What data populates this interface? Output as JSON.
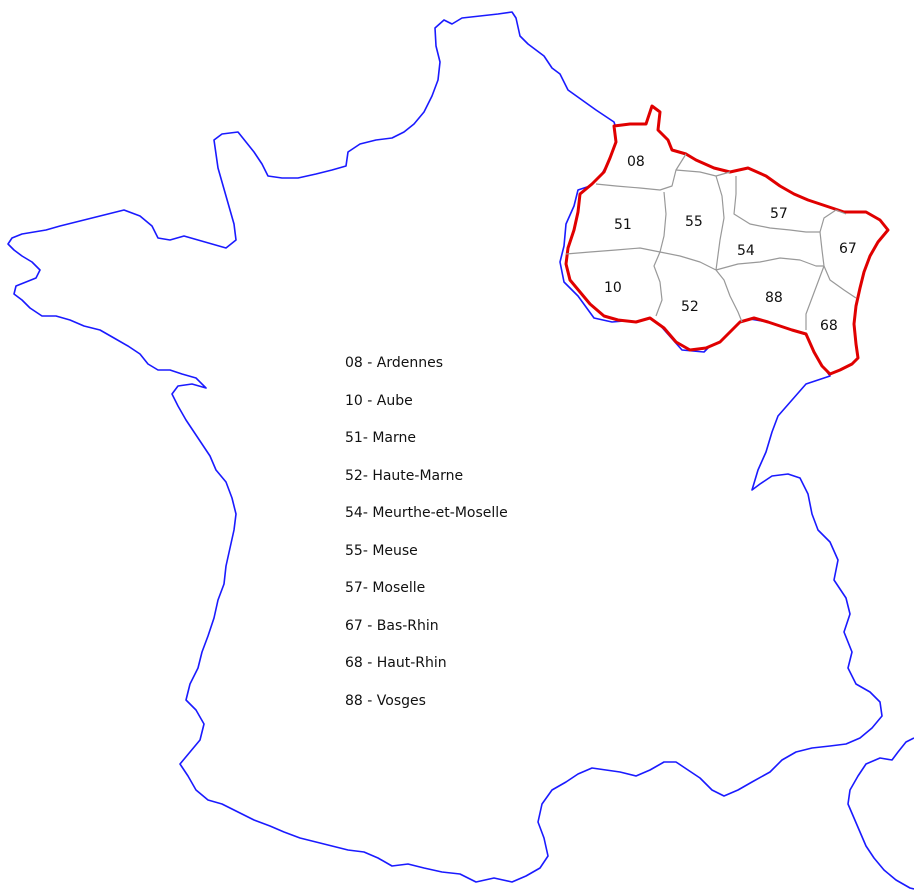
{
  "map": {
    "country_outline_color": "#1a1aff",
    "region_outline_color": "#e00000",
    "department_border_color": "#999999",
    "departments": [
      {
        "code": "08"
      },
      {
        "code": "51"
      },
      {
        "code": "55"
      },
      {
        "code": "57"
      },
      {
        "code": "54"
      },
      {
        "code": "67"
      },
      {
        "code": "10"
      },
      {
        "code": "52"
      },
      {
        "code": "88"
      },
      {
        "code": "68"
      }
    ]
  },
  "legend": {
    "items": [
      {
        "text": "08 - Ardennes"
      },
      {
        "text": "10 - Aube"
      },
      {
        "text": "51- Marne"
      },
      {
        "text": "52- Haute-Marne"
      },
      {
        "text": "54- Meurthe-et-Moselle"
      },
      {
        "text": "55- Meuse"
      },
      {
        "text": "57- Moselle"
      },
      {
        "text": "67 - Bas-Rhin"
      },
      {
        "text": "68 - Haut-Rhin"
      },
      {
        "text": "88 - Vosges"
      }
    ]
  }
}
